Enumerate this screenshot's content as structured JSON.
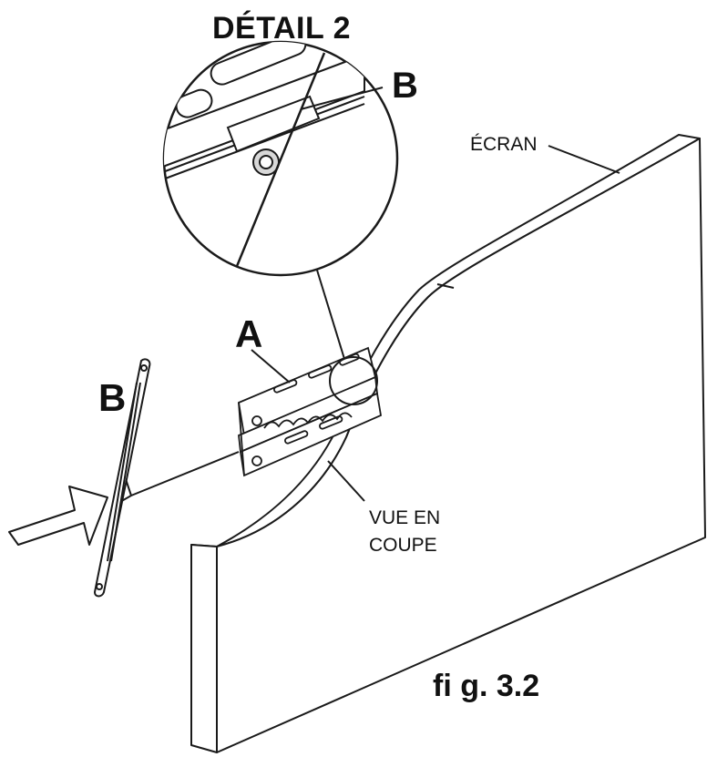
{
  "labels": {
    "detail_title": "DÉTAIL 2",
    "b_detail": "B",
    "ecran": "ÉCRAN",
    "a": "A",
    "b_bar": "B",
    "vue_en_line1": "VUE EN",
    "vue_en_line2": "COUPE",
    "figure": "fi g. 3.2"
  },
  "colors": {
    "line": "#1a1a1a",
    "fill": "#ffffff",
    "shade": "#d8d8d8"
  }
}
